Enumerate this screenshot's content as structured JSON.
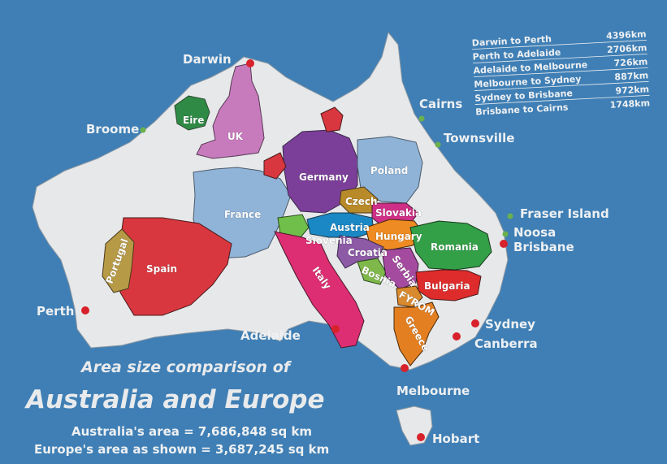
{
  "title": {
    "line1": "Area size comparison of",
    "line2": "Australia and Europe"
  },
  "areas": {
    "australia": "Australia's area = 7,686,848 sq km",
    "europe": "Europe's area as shown = 3,687,245 sq km"
  },
  "distances": [
    {
      "route": "Darwin to Perth",
      "km": "4396km"
    },
    {
      "route": "Perth to Adelaide",
      "km": "2706km"
    },
    {
      "route": "Adelaide to Melbourne",
      "km": "726km"
    },
    {
      "route": "Melbourne to Sydney",
      "km": "887km"
    },
    {
      "route": "Sydney to Brisbane",
      "km": "972km"
    },
    {
      "route": "Brisbane to Cairns",
      "km": "1748km"
    }
  ],
  "cities": {
    "darwin": "Darwin",
    "broome": "Broome",
    "cairns": "Cairns",
    "townsville": "Townsville",
    "fraser_island": "Fraser Island",
    "noosa": "Noosa",
    "brisbane": "Brisbane",
    "perth": "Perth",
    "adelaide": "Adelaide",
    "sydney": "Sydney",
    "canberra": "Canberra",
    "melbourne": "Melbourne",
    "hobart": "Hobart"
  },
  "countries": {
    "eire": "Eire",
    "uk": "UK",
    "germany": "Germany",
    "poland": "Poland",
    "france": "France",
    "czech": "Czech",
    "slovakia": "Slovakia",
    "austria": "Austria",
    "hungary": "Hungary",
    "slovenia": "Slovenia",
    "romania": "Romania",
    "croatia": "Croatia",
    "bosnia": "Bosnia",
    "serbia": "Serbia",
    "bulgaria": "Bulgaria",
    "fyrom": "FYROM",
    "greece": "Greece",
    "italy": "Italy",
    "spain": "Spain",
    "portugal": "Portugal"
  },
  "colors": {
    "ocean": "#3f7fb5",
    "land": "#e6e8ea",
    "city_dot": "#d8222b",
    "town_dot": "#6ab04c",
    "uk": "#c77bbd",
    "eire": "#2e8a45",
    "germany": "#7c3f99",
    "poland": "#8fb3d6",
    "france": "#90b3d8",
    "spain": "#d9373f",
    "portugal": "#b79a46",
    "italy": "#dd2e73",
    "austria": "#1a88c4",
    "czech": "#b88a2a",
    "slovakia": "#cf2f86",
    "hungary": "#ee8b22",
    "romania": "#33a048",
    "bulgaria": "#de2b2b",
    "greece": "#e37f21",
    "serbia": "#a44b9f",
    "croatia": "#8d5aa6",
    "bosnia": "#7fb84a",
    "slovenia": "#6fbf4a",
    "fyrom": "#d98a2e"
  }
}
